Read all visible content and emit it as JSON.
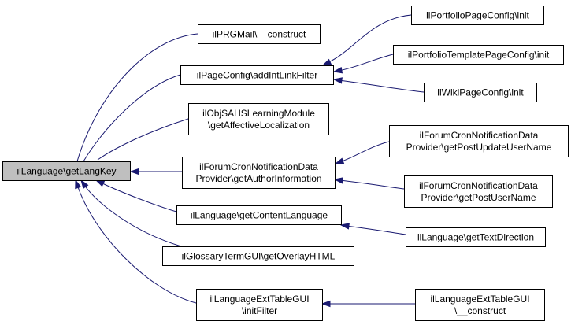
{
  "diagram": {
    "nodes": [
      {
        "id": "n0",
        "lines": [
          "ilLanguage\\getLangKey"
        ],
        "root": true
      },
      {
        "id": "n1",
        "lines": [
          "ilPRGMail\\__construct"
        ]
      },
      {
        "id": "n2",
        "lines": [
          "ilPageConfig\\addIntLinkFilter"
        ]
      },
      {
        "id": "n3",
        "lines": [
          "ilObjSAHSLearningModule",
          "\\getAffectiveLocalization"
        ]
      },
      {
        "id": "n4",
        "lines": [
          "ilForumCronNotificationData",
          "Provider\\getAuthorInformation"
        ]
      },
      {
        "id": "n5",
        "lines": [
          "ilLanguage\\getContentLanguage"
        ]
      },
      {
        "id": "n6",
        "lines": [
          "ilGlossaryTermGUI\\getOverlayHTML"
        ]
      },
      {
        "id": "n7",
        "lines": [
          "ilLanguageExtTableGUI",
          "\\initFilter"
        ]
      },
      {
        "id": "n8",
        "lines": [
          "ilPortfolioPageConfig\\init"
        ]
      },
      {
        "id": "n9",
        "lines": [
          "ilPortfolioTemplatePageConfig\\init"
        ]
      },
      {
        "id": "n10",
        "lines": [
          "ilWikiPageConfig\\init"
        ]
      },
      {
        "id": "n11",
        "lines": [
          "ilForumCronNotificationData",
          "Provider\\getPostUpdateUserName"
        ]
      },
      {
        "id": "n12",
        "lines": [
          "ilForumCronNotificationData",
          "Provider\\getPostUserName"
        ]
      },
      {
        "id": "n13",
        "lines": [
          "ilLanguage\\getTextDirection"
        ]
      },
      {
        "id": "n14",
        "lines": [
          "ilLanguageExtTableGUI",
          "\\__construct"
        ]
      }
    ],
    "edges": [
      {
        "from": "n1",
        "to": "n0"
      },
      {
        "from": "n2",
        "to": "n0"
      },
      {
        "from": "n3",
        "to": "n0"
      },
      {
        "from": "n4",
        "to": "n0"
      },
      {
        "from": "n5",
        "to": "n0"
      },
      {
        "from": "n6",
        "to": "n0"
      },
      {
        "from": "n7",
        "to": "n0"
      },
      {
        "from": "n8",
        "to": "n2"
      },
      {
        "from": "n9",
        "to": "n2"
      },
      {
        "from": "n10",
        "to": "n2"
      },
      {
        "from": "n11",
        "to": "n4"
      },
      {
        "from": "n12",
        "to": "n4"
      },
      {
        "from": "n13",
        "to": "n5"
      },
      {
        "from": "n14",
        "to": "n7"
      }
    ],
    "colors": {
      "edge": "#191970",
      "root_fill": "#bfbfbf",
      "node_fill": "#ffffff",
      "border": "#000000"
    }
  }
}
